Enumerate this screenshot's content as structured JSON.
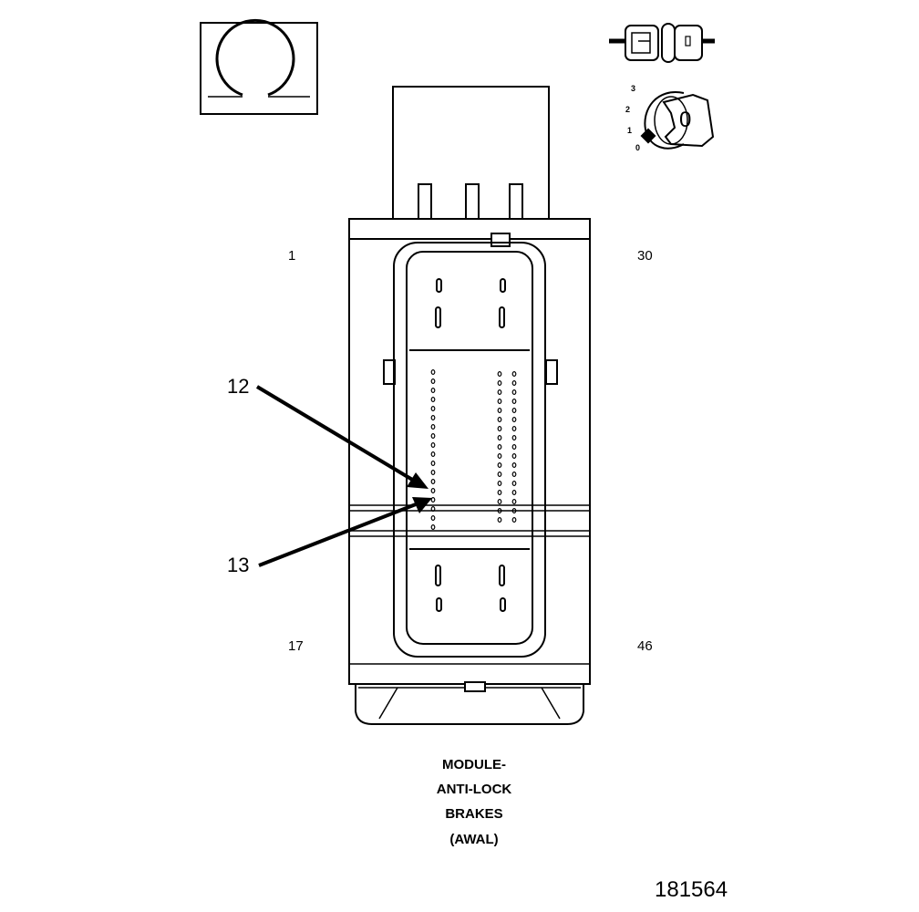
{
  "pin_labels": {
    "top_left": "1",
    "top_right": "30",
    "bottom_left": "17",
    "bottom_right": "46"
  },
  "callouts": {
    "upper": "12",
    "lower": "13"
  },
  "title_lines": [
    "MODULE-",
    "ANTI-LOCK",
    "BRAKES",
    "(AWAL)"
  ],
  "figure_id": "181564",
  "ignition_positions": [
    "3",
    "2",
    "1",
    "0"
  ],
  "ignition_key_symbol": "0",
  "icons": {
    "view_indicator": "ohm-view-icon",
    "connector_pair": "connector-pair-icon",
    "ignition": "ignition-key-icon"
  },
  "colors": {
    "line": "#000000",
    "background": "#ffffff"
  }
}
